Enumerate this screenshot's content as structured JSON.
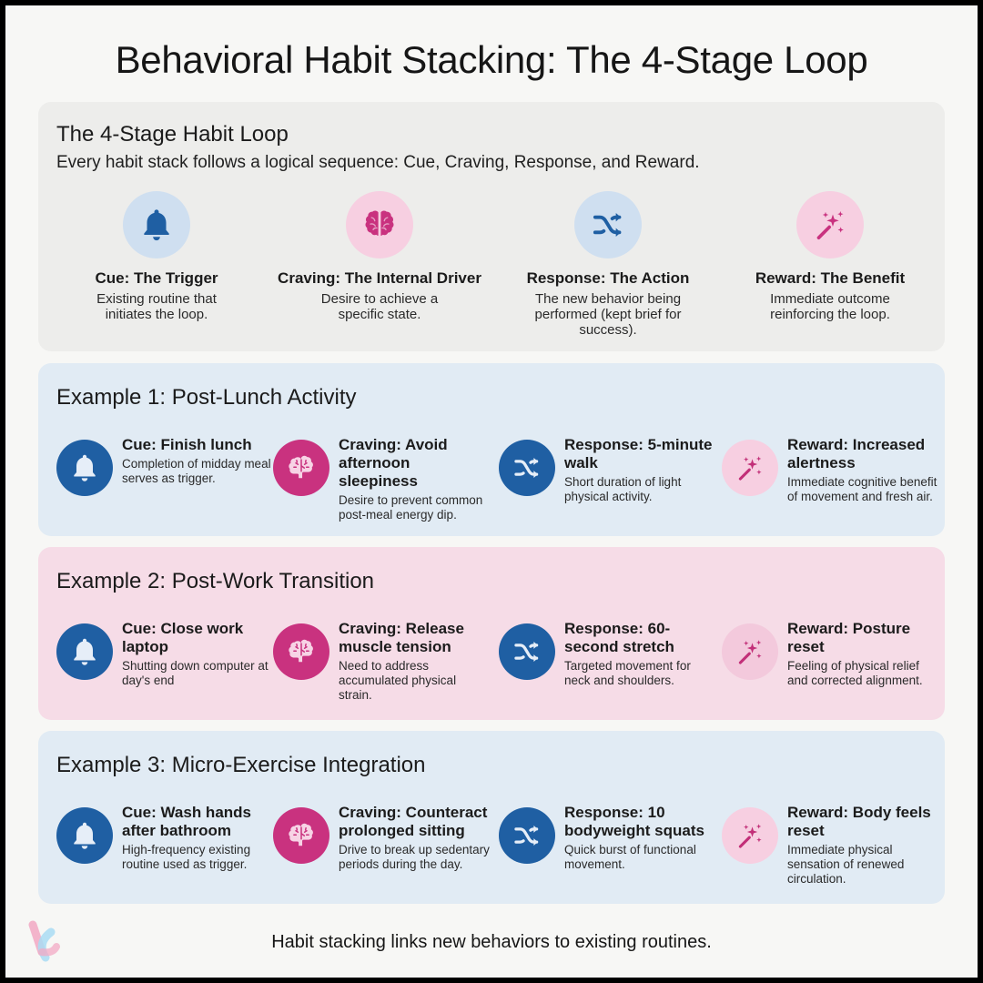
{
  "title": "Behavioral Habit Stacking: The 4-Stage Loop",
  "colors": {
    "cue_blue": "#1f5fa3",
    "craving_pink": "#c9327f",
    "light_blue_bg": "#e1ebf4",
    "light_pink_bg": "#f6dce7",
    "neutral_bg": "#ededeb"
  },
  "loop": {
    "title": "The 4-Stage Habit Loop",
    "subtitle": "Every habit stack follows a logical sequence: Cue, Craving, Response, and Reward.",
    "stages": [
      {
        "icon": "bell-icon",
        "title": "Cue: The Trigger",
        "desc": "Existing routine that initiates the loop."
      },
      {
        "icon": "brain-icon",
        "title": "Craving: The Internal Driver",
        "desc": "Desire to achieve a specific state."
      },
      {
        "icon": "shuffle-icon",
        "title": "Response: The Action",
        "desc": "The new behavior being performed (kept brief for success)."
      },
      {
        "icon": "magic-wand-icon",
        "title": "Reward: The Benefit",
        "desc": "Immediate outcome reinforcing the loop."
      }
    ]
  },
  "examples": [
    {
      "title": "Example 1: Post-Lunch Activity",
      "items": [
        {
          "icon": "bell-icon",
          "title": "Cue: Finish lunch",
          "desc": "Completion of midday meal serves as trigger."
        },
        {
          "icon": "brain-icon",
          "title": "Craving: Avoid afternoon sleepiness",
          "desc": "Desire to prevent common post-meal energy dip."
        },
        {
          "icon": "shuffle-icon",
          "title": "Response: 5-minute walk",
          "desc": "Short duration of light physical activity."
        },
        {
          "icon": "magic-wand-icon",
          "title": "Reward: Increased alertness",
          "desc": "Immediate cognitive benefit of movement and fresh air."
        }
      ]
    },
    {
      "title": "Example 2: Post-Work Transition",
      "items": [
        {
          "icon": "bell-icon",
          "title": "Cue: Close work laptop",
          "desc": "Shutting down computer at day's end"
        },
        {
          "icon": "brain-icon",
          "title": "Craving: Release muscle tension",
          "desc": "Need to address accumulated physical strain."
        },
        {
          "icon": "shuffle-icon",
          "title": "Response: 60-second stretch",
          "desc": "Targeted movement for neck and shoulders."
        },
        {
          "icon": "magic-wand-icon",
          "title": "Reward: Posture reset",
          "desc": "Feeling of physical relief and corrected alignment."
        }
      ]
    },
    {
      "title": "Example 3: Micro-Exercise Integration",
      "items": [
        {
          "icon": "bell-icon",
          "title": "Cue: Wash hands after bathroom",
          "desc": "High-frequency existing routine used as trigger."
        },
        {
          "icon": "brain-icon",
          "title": "Craving: Counteract prolonged sitting",
          "desc": "Drive to break up sedentary periods during the day."
        },
        {
          "icon": "shuffle-icon",
          "title": "Response: 10 bodyweight squats",
          "desc": "Quick burst of functional movement."
        },
        {
          "icon": "magic-wand-icon",
          "title": "Reward: Body feels reset",
          "desc": "Immediate physical sensation of renewed circulation."
        }
      ]
    }
  ],
  "footer": "Habit stacking links new behaviors to existing routines."
}
